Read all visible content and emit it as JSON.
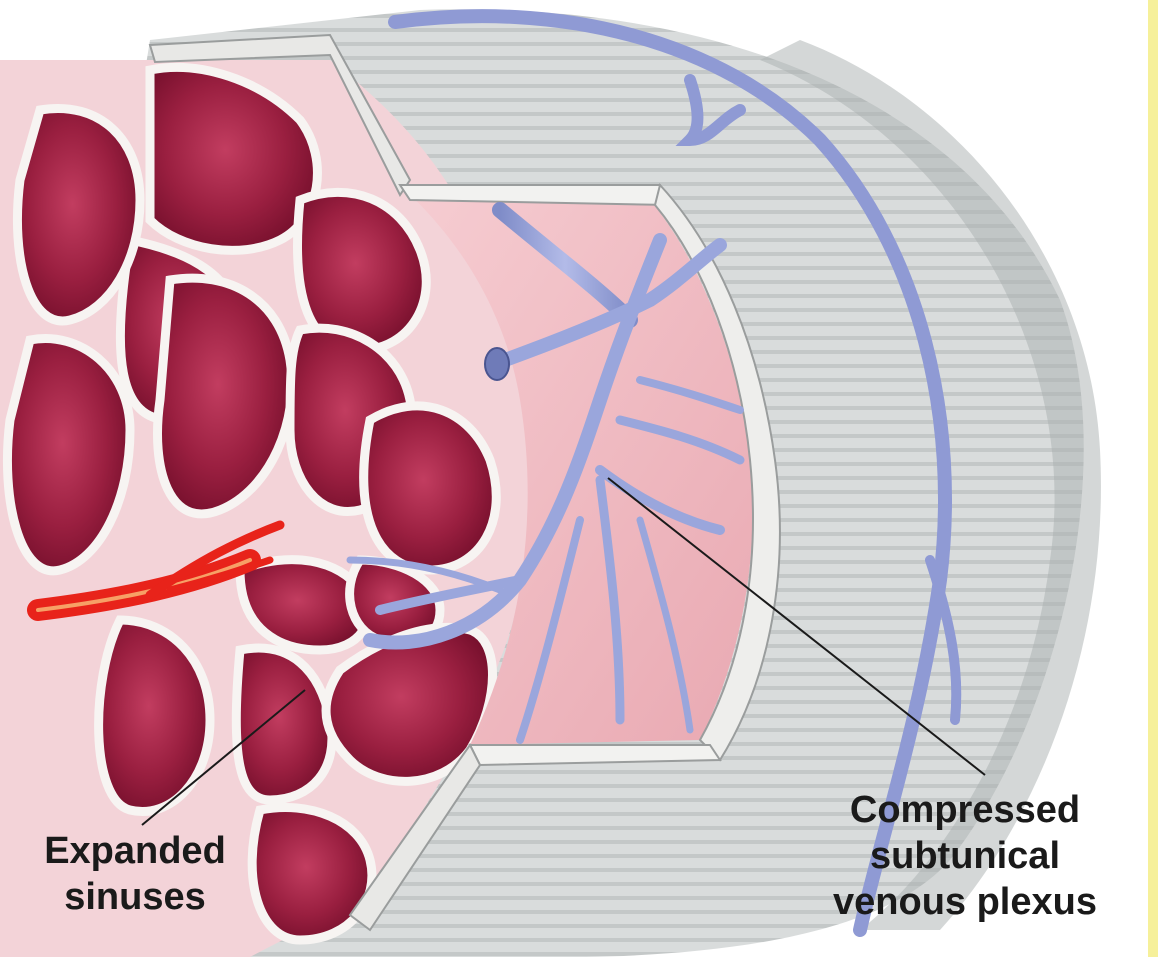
{
  "labels": {
    "expanded_sinuses": [
      "Expanded",
      "sinuses"
    ],
    "compressed_plexus": [
      "Compressed",
      "subtunical",
      "venous plexus"
    ]
  },
  "colors": {
    "tunica": "#e8e8e6",
    "tunica_shadow": "#b8bcbc",
    "sinus_wall": "#f4f1ef",
    "sinus_dark": "#7a1030",
    "sinus_mid": "#b83656",
    "pink_plane": "#f1bcc3",
    "vein": "#9aa6dc",
    "artery": "#e8231a",
    "leader_line": "#1a1a1a"
  }
}
